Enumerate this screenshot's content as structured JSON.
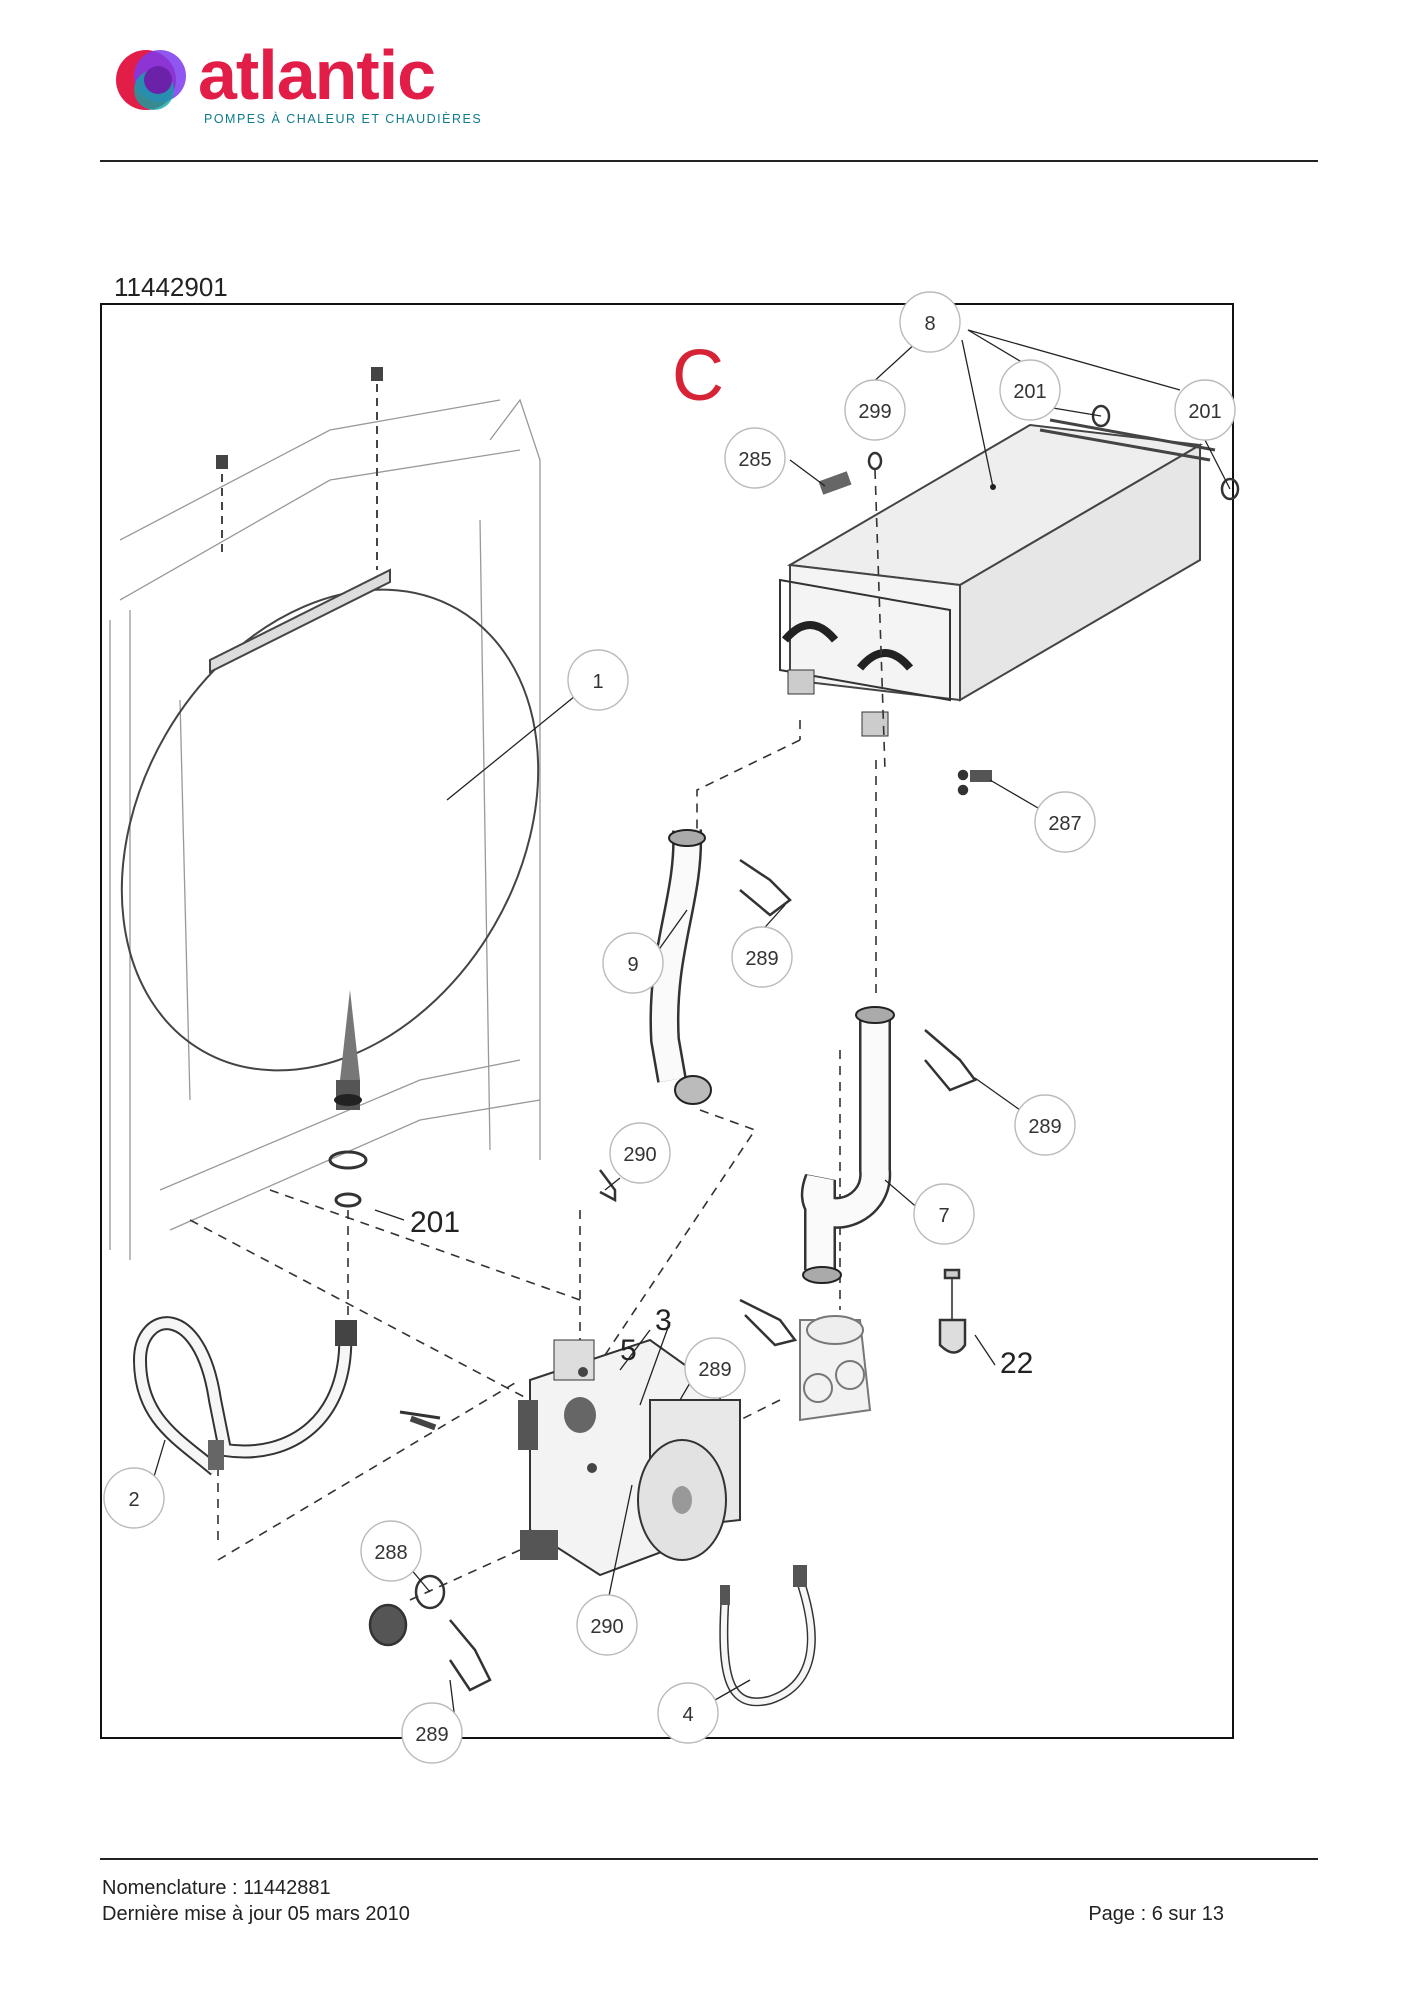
{
  "brand": {
    "logo_text": "atlantic",
    "tagline": "POMPES À CHALEUR ET CHAUDIÈRES",
    "colors": {
      "brand_red": "#e11d48",
      "teal": "#0e7c8c",
      "purple": "#7c3aed"
    }
  },
  "document_number": "11442901",
  "section_letter": "C",
  "section_letter_color": "#d62436",
  "callouts": {
    "c8": "8",
    "c299": "299",
    "c201a": "201",
    "c201b": "201",
    "c285": "285",
    "c1": "1",
    "c287": "287",
    "c9": "9",
    "c289a": "289",
    "c289b": "289",
    "c290a": "290",
    "c7": "7",
    "c289c": "289",
    "c2": "2",
    "c288": "288",
    "c290b": "290",
    "c4": "4",
    "c289d": "289"
  },
  "plain_labels": {
    "l201": "201",
    "l22": "22",
    "l5": "5",
    "l3": "3"
  },
  "footer": {
    "nomenclature": "Nomenclature : 11442881",
    "last_update": "Dernière mise à jour 05 mars 2010",
    "page": "Page : 6 sur 13"
  }
}
